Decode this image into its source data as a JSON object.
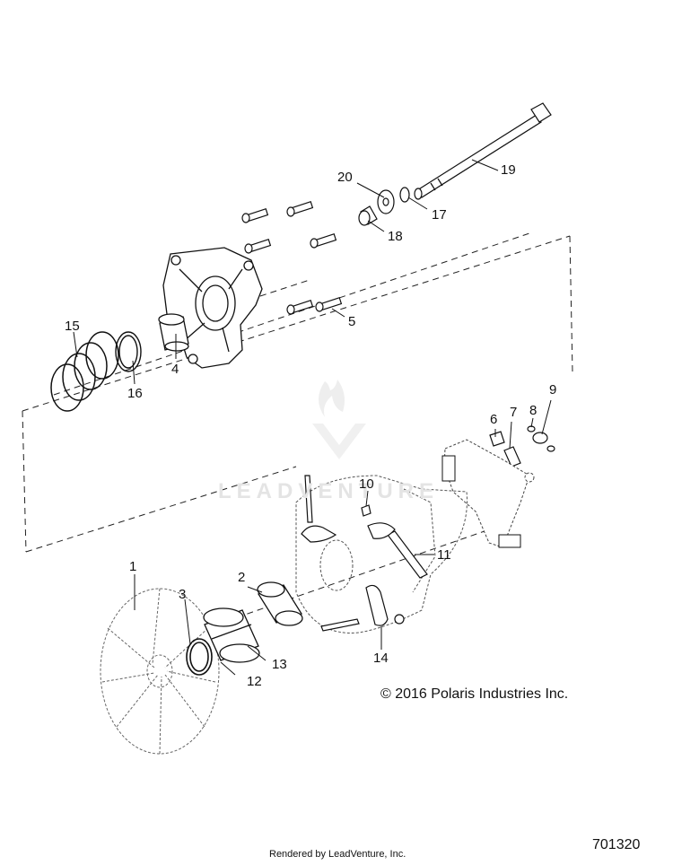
{
  "callouts": [
    {
      "id": "1",
      "label": "1"
    },
    {
      "id": "2",
      "label": "2"
    },
    {
      "id": "3",
      "label": "3"
    },
    {
      "id": "4",
      "label": "4"
    },
    {
      "id": "5",
      "label": "5"
    },
    {
      "id": "6",
      "label": "6"
    },
    {
      "id": "7",
      "label": "7"
    },
    {
      "id": "8",
      "label": "8"
    },
    {
      "id": "9",
      "label": "9"
    },
    {
      "id": "10",
      "label": "10"
    },
    {
      "id": "11",
      "label": "11"
    },
    {
      "id": "12",
      "label": "12"
    },
    {
      "id": "13",
      "label": "13"
    },
    {
      "id": "14",
      "label": "14"
    },
    {
      "id": "15",
      "label": "15"
    },
    {
      "id": "16",
      "label": "16"
    },
    {
      "id": "17",
      "label": "17"
    },
    {
      "id": "18",
      "label": "18"
    },
    {
      "id": "19",
      "label": "19"
    },
    {
      "id": "20",
      "label": "20"
    }
  ],
  "copyright": "© 2016 Polaris Industries Inc.",
  "diagram_number": "701320",
  "footer": "Rendered by LeadVenture, Inc.",
  "watermark": "LEADVENTURE"
}
